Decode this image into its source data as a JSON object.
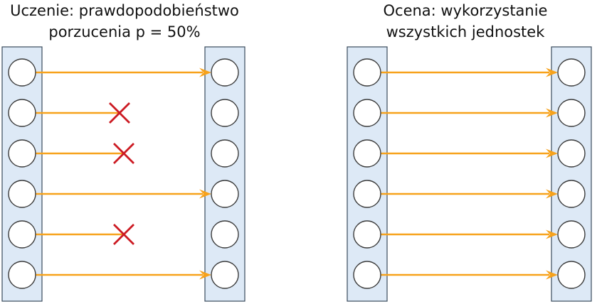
{
  "left_panel": {
    "title_line1": "Uczenie: prawdopodobieństwo",
    "title_line2": "porzucenia p = 50%",
    "connections": [
      true,
      false,
      false,
      true,
      false,
      true
    ]
  },
  "right_panel": {
    "title_line1": "Ocena: wykorzystanie",
    "title_line2": "wszystkich jednostek",
    "connections": [
      true,
      true,
      true,
      true,
      true,
      true
    ]
  },
  "colors": {
    "layer_fill": "#dde9f6",
    "layer_stroke": "#3a4a5c",
    "neuron_fill": "#ffffff",
    "neuron_stroke": "#3a3a3a",
    "arrow": "#f7a21b",
    "cross": "#cc1a22"
  },
  "icons": {
    "dropped": "cross-icon"
  }
}
